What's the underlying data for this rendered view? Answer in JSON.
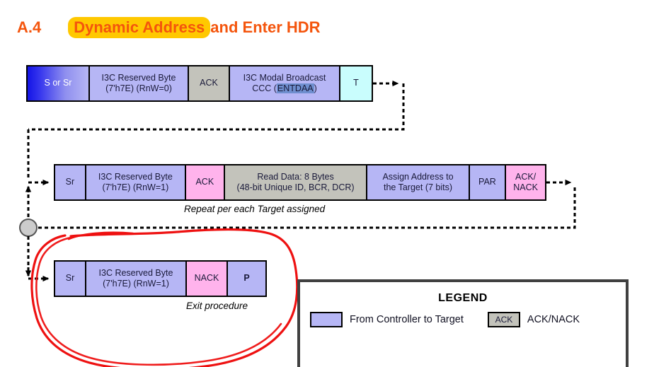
{
  "heading": {
    "number": "A.4",
    "highlighted": "Dynamic Address",
    "rest": "and Enter HDR",
    "color": "#f4550d",
    "highlight_color": "#ffc800"
  },
  "colors": {
    "controller_to_target": "#b6b6f5",
    "ack_gray": "#c3c3bb",
    "ack_nack_pink": "#ffb3ec",
    "turnaround": "#c9fdfd",
    "start_gradient_from": "#1414e6",
    "start_gradient_to": "#b6b6f5",
    "selection_highlight": "#6f8fcf",
    "annotation_red": "#ee1111",
    "legend_border": "#404040"
  },
  "rows": [
    {
      "name": "entdaa-broadcast-row",
      "cells": [
        {
          "name": "cell-s-or-sr",
          "line1": "S or Sr",
          "line2": "",
          "style": "c-start"
        },
        {
          "name": "cell-reserved-byte",
          "line1": "I3C Reserved Byte",
          "line2": "(7'h7E) (RnW=0)",
          "style": ""
        },
        {
          "name": "cell-ack",
          "line1": "ACK",
          "line2": "",
          "style": "c-ack-gray"
        },
        {
          "name": "cell-ccc-entdaa",
          "line1": "I3C Modal Broadcast",
          "line2": "CCC (",
          "style": "",
          "highlight": "ENTDAA",
          "line2_tail": ")"
        },
        {
          "name": "cell-t",
          "line1": "T",
          "line2": "",
          "style": "c-t"
        }
      ]
    },
    {
      "name": "assign-address-row",
      "caption": "Repeat per each Target assigned",
      "cells": [
        {
          "name": "cell-sr",
          "line1": "Sr",
          "line2": "",
          "style": ""
        },
        {
          "name": "cell-reserved-byte",
          "line1": "I3C Reserved Byte",
          "line2": "(7'h7E) (RnW=1)",
          "style": ""
        },
        {
          "name": "cell-ack",
          "line1": "ACK",
          "line2": "",
          "style": "c-ack-pink"
        },
        {
          "name": "cell-read-data",
          "line1": "Read Data: 8 Bytes",
          "line2": "(48-bit Unique ID, BCR, DCR)",
          "style": "c-data-gray"
        },
        {
          "name": "cell-assign-address",
          "line1": "Assign Address to",
          "line2": "the Target (7 bits)",
          "style": ""
        },
        {
          "name": "cell-par",
          "line1": "PAR",
          "line2": "",
          "style": ""
        },
        {
          "name": "cell-ack-nack",
          "line1": "ACK/",
          "line2": "NACK",
          "style": "c-ack-pink"
        }
      ]
    },
    {
      "name": "exit-procedure-row",
      "caption": "Exit procedure",
      "cells": [
        {
          "name": "cell-sr",
          "line1": "Sr",
          "line2": "",
          "style": ""
        },
        {
          "name": "cell-reserved-byte",
          "line1": "I3C Reserved Byte",
          "line2": "(7'h7E) (RnW=1)",
          "style": ""
        },
        {
          "name": "cell-nack",
          "line1": "NACK",
          "line2": "",
          "style": "c-ack-pink"
        },
        {
          "name": "cell-p",
          "line1": "P",
          "line2": "",
          "style": "c-bold"
        }
      ]
    }
  ],
  "legend": {
    "title": "LEGEND",
    "items": [
      {
        "name": "legend-item-controller-to-target",
        "swatch_text": "",
        "label": "From Controller to Target"
      },
      {
        "name": "legend-item-ack-nack",
        "swatch_text": "ACK",
        "label": "ACK/NACK"
      }
    ]
  },
  "annotation": {
    "name": "red-hand-drawn-circle",
    "encircles": "exit-procedure-row"
  }
}
